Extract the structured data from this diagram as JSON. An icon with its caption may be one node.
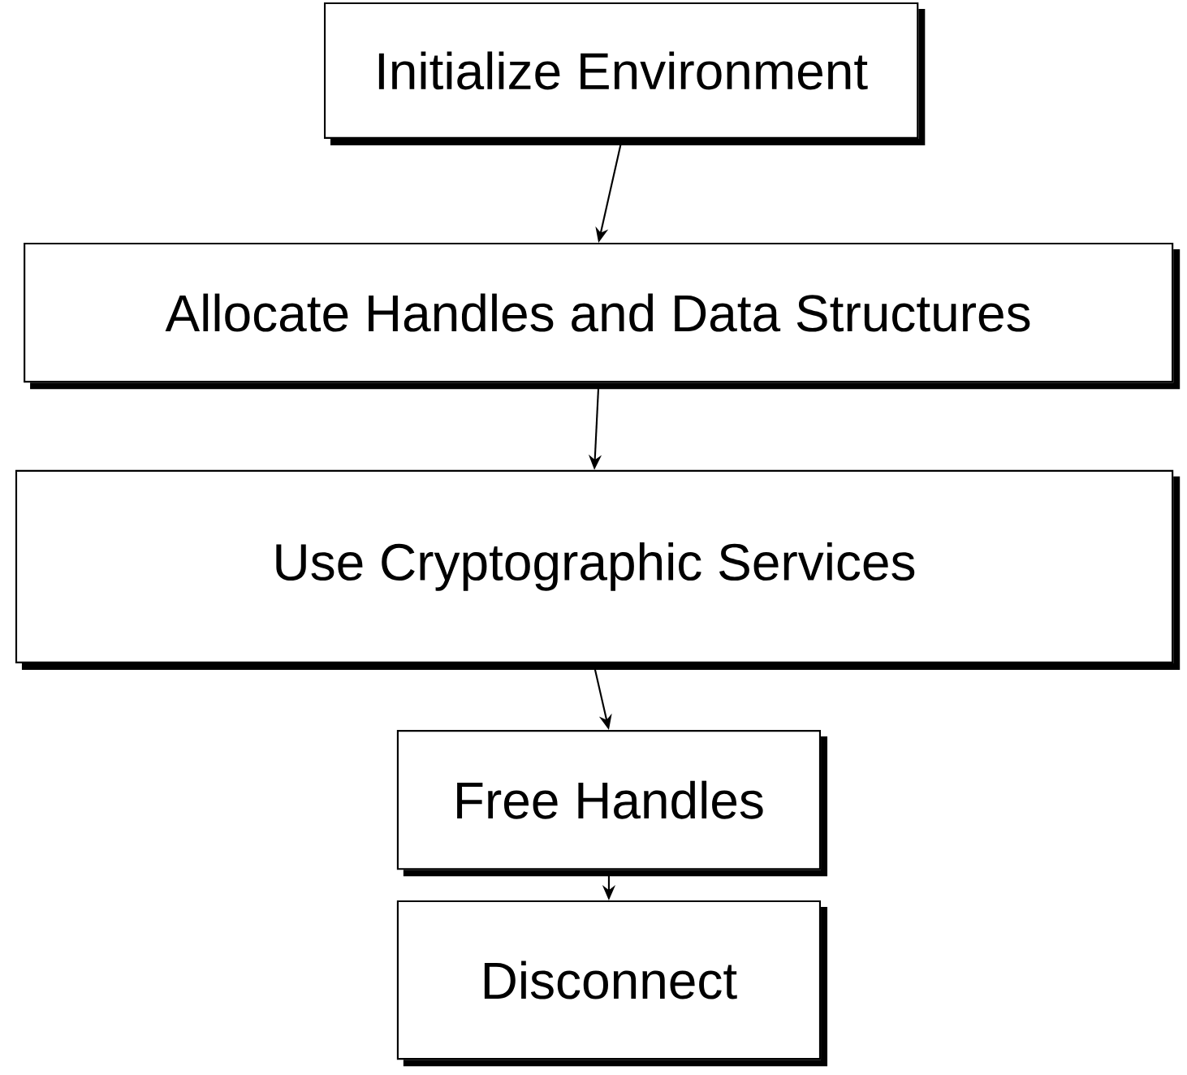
{
  "diagram": {
    "nodes": [
      {
        "text": [
          "Initialize Environment"
        ]
      },
      {
        "text": [
          "Allocate Handles and Data Structures"
        ]
      },
      {
        "text": [
          "Use Cryptographic Services"
        ]
      },
      {
        "text": [
          "Free Handles"
        ]
      },
      {
        "text": [
          "Disconnect"
        ]
      }
    ],
    "edges": [
      {
        "from": 0,
        "to": 1,
        "arrow": "to"
      },
      {
        "from": 1,
        "to": 2,
        "arrow": "to"
      },
      {
        "from": 2,
        "to": 3,
        "arrow": "to"
      },
      {
        "from": 3,
        "to": 4,
        "arrow": "to"
      }
    ]
  }
}
